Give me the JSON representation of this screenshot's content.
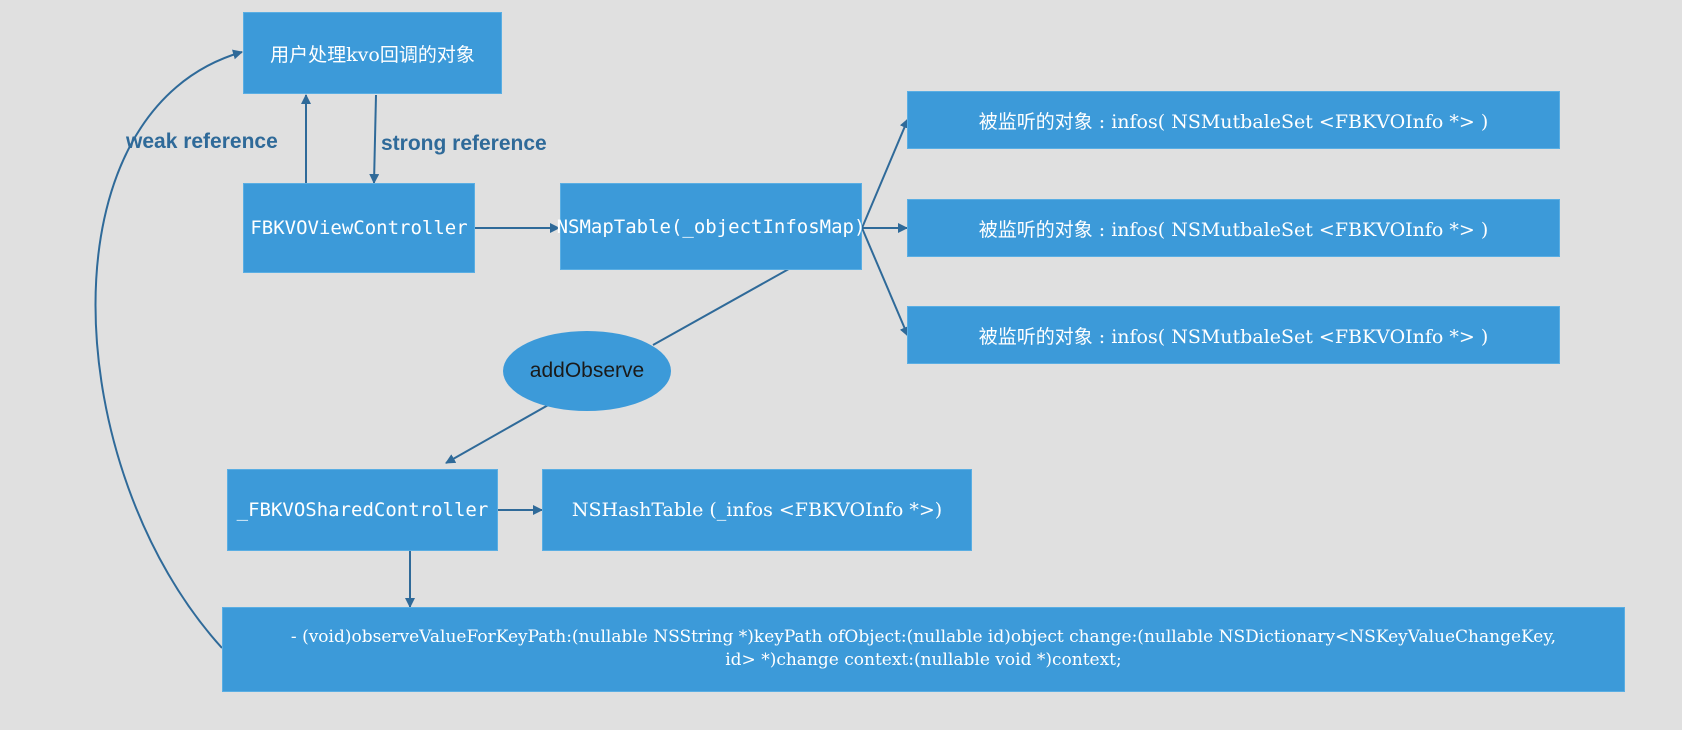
{
  "nodes": {
    "handler": "用户处理kvo回调的对象",
    "controller": "FBKVOViewController",
    "map_table": "NSMapTable(_objectInfosMap)",
    "observed_1": "被监听的对象 : infos( NSMutbaleSet <FBKVOInfo *> )",
    "observed_2": "被监听的对象 : infos( NSMutbaleSet <FBKVOInfo *> )",
    "observed_3": "被监听的对象 : infos( NSMutbaleSet <FBKVOInfo *> )",
    "add_observe": "addObserve",
    "shared_controller": "_FBKVOSharedController",
    "hash_table": "NSHashTable (_infos <FBKVOInfo *>)",
    "method_line_1": "- (void)observeValueForKeyPath:(nullable NSString *)keyPath ofObject:(nullable id)object change:(nullable NSDictionary<NSKeyValueChangeKey,",
    "method_line_2": "id> *)change context:(nullable void *)context;"
  },
  "edges": {
    "weak_reference": "weak reference",
    "strong_reference": "strong reference"
  },
  "colors": {
    "background": "#e0e0e0",
    "box_fill": "#3c9ad9",
    "arrow": "#2f6a99",
    "label_text": "#2f6a99"
  }
}
